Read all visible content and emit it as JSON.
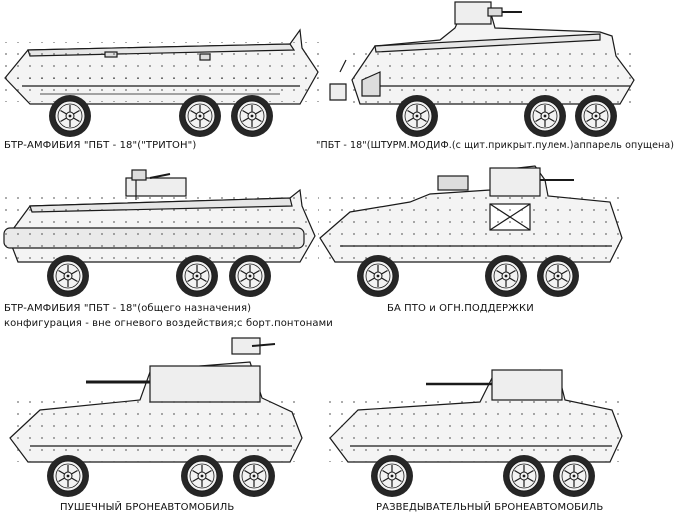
{
  "captions": {
    "triton": "БТР-АМФИБИЯ \"ПБТ - 18\"(\"ТРИТОН\")",
    "assault": "\"ПБТ - 18\"(ШТУРМ.МОДИФ.(с щит.прикрыт.пулем.)аппарель опущена)",
    "general_1": "БТР-АМФИБИЯ \"ПБТ - 18\"(общего назначения)",
    "general_2": "конфигурация - вне огневого воздействия;с борт.понтонами",
    "support": "БА  ПТО и ОГН.ПОДДЕРЖКИ",
    "gun_car": "ПУШЕЧНЫЙ  БРОНЕАВТОМОБИЛЬ",
    "recon_car": "РАЗВЕДЫВАТЕЛЬНЫЙ  БРОНЕАВТОМОБИЛЬ"
  },
  "colors": {
    "line": "#1a1a1a",
    "hull": "#f4f4f4",
    "shade": "#dcdcdc",
    "tire": "#2a2a2a"
  }
}
